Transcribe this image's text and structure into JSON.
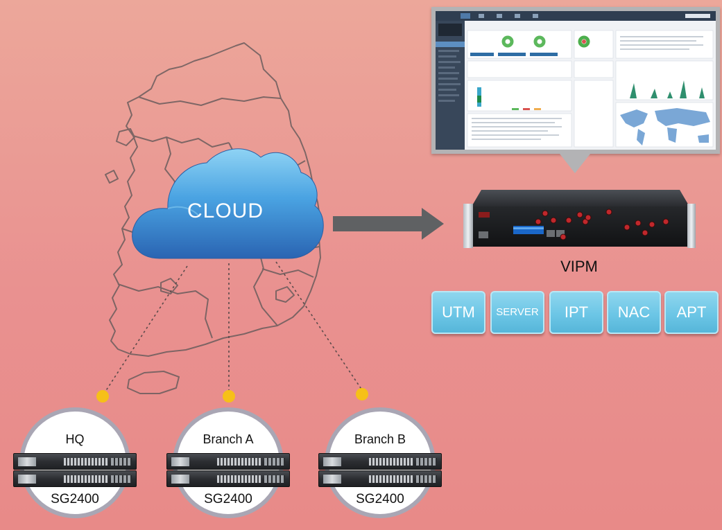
{
  "cloud": {
    "label": "CLOUD"
  },
  "appliance": {
    "label": "VIPM"
  },
  "modules": [
    {
      "label": "UTM"
    },
    {
      "label": "SERVER"
    },
    {
      "label": "IPT"
    },
    {
      "label": "NAC"
    },
    {
      "label": "APT"
    }
  ],
  "sites": [
    {
      "name": "HQ",
      "model": "SG2400"
    },
    {
      "name": "Branch A",
      "model": "SG2400"
    },
    {
      "name": "Branch B",
      "model": "SG2400"
    }
  ],
  "colors": {
    "background": "#e99190",
    "cloud": "#3f8fd6",
    "module": "#6cc6e6",
    "site_dot": "#f6c018",
    "arrow": "#5f6163"
  }
}
